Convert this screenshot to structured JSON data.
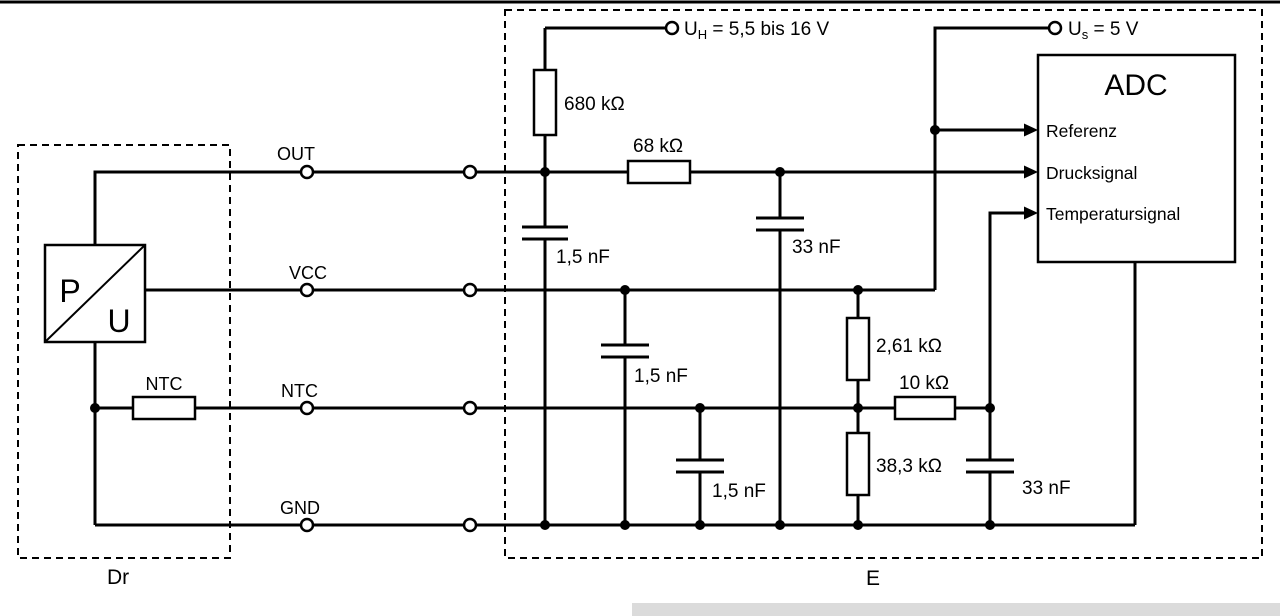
{
  "diagram": {
    "sensor_box": {
      "label": "Dr"
    },
    "ecu_box": {
      "label": "E"
    },
    "pu_block": {
      "p": "P",
      "u": "U"
    },
    "ntc_sensor": {
      "label": "NTC"
    },
    "signals": {
      "out": "OUT",
      "vcc": "VCC",
      "ntc": "NTC",
      "gnd": "GND"
    },
    "supplies": {
      "uh": {
        "symbol": "U",
        "sub": "H",
        "rest": " = 5,5 bis 16 V"
      },
      "us": {
        "symbol": "U",
        "sub": "s",
        "rest": " = 5 V"
      }
    },
    "resistors": {
      "r680k": "680 kΩ",
      "r68k": "68 kΩ",
      "r2_61k": "2,61 kΩ",
      "r10k": "10 kΩ",
      "r38_3k": "38,3 kΩ"
    },
    "capacitors": {
      "c_out_in": "1,5 nF",
      "c_out_adc": "33 nF",
      "c_vcc": "1,5 nF",
      "c_ntc_in": "1,5 nF",
      "c_ntc_adc": "33 nF"
    },
    "adc": {
      "title": "ADC",
      "inputs": [
        "Referenz",
        "Drucksignal",
        "Temperatursignal"
      ]
    }
  }
}
